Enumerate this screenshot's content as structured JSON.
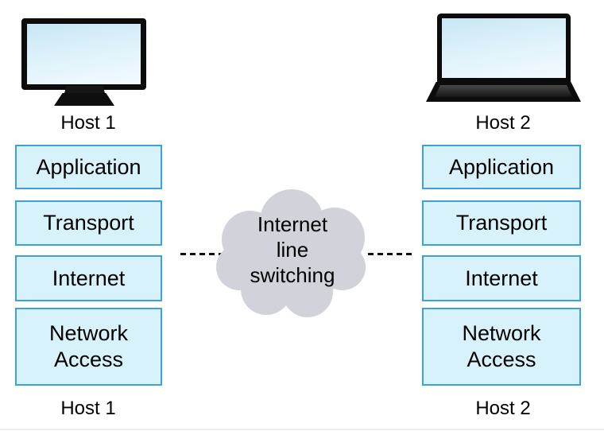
{
  "diagram": {
    "hosts": [
      {
        "id": "host1",
        "device_icon": "desktop-monitor-icon",
        "top_label": "Host 1",
        "bottom_label": "Host 1",
        "layers": [
          "Application",
          "Transport",
          "Internet",
          "Network Access"
        ]
      },
      {
        "id": "host2",
        "device_icon": "laptop-icon",
        "top_label": "Host 2",
        "bottom_label": "Host 2",
        "layers": [
          "Application",
          "Transport",
          "Internet",
          "Network Access"
        ]
      }
    ],
    "cloud": {
      "label": "Internet\nline\nswitching"
    },
    "colors": {
      "layer_fill": "#d8f2fb",
      "layer_border": "#3ba2da",
      "cloud_fill": "#d2d2da",
      "device_black": "#0c0c0c",
      "screen_gradient_top": "#c7e6f5",
      "screen_gradient_bottom": "#f3fbfe",
      "text": "#000000",
      "dash": "#111111",
      "background": "#ffffff"
    }
  }
}
